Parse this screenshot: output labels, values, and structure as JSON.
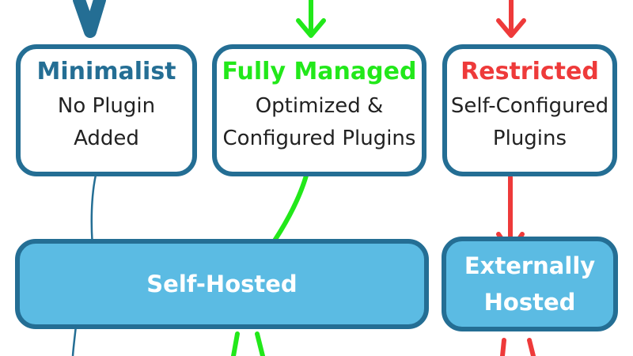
{
  "colors": {
    "border": "#246e94",
    "minimalist": "#246e94",
    "managed": "#22e81a",
    "restricted": "#ee3a3a",
    "hosted_fill": "#5bbbe3",
    "hosted_text": "#ffffff"
  },
  "options": [
    {
      "key": "minimalist",
      "title": "Minimalist",
      "description": "No Plugin Added"
    },
    {
      "key": "managed",
      "title": "Fully Managed",
      "description": "Optimized & Configured Plugins"
    },
    {
      "key": "restricted",
      "title": "Restricted",
      "description": "Self-Configured Plugins"
    }
  ],
  "hosting": {
    "self_hosted": "Self-Hosted",
    "external": "Externally Hosted"
  }
}
